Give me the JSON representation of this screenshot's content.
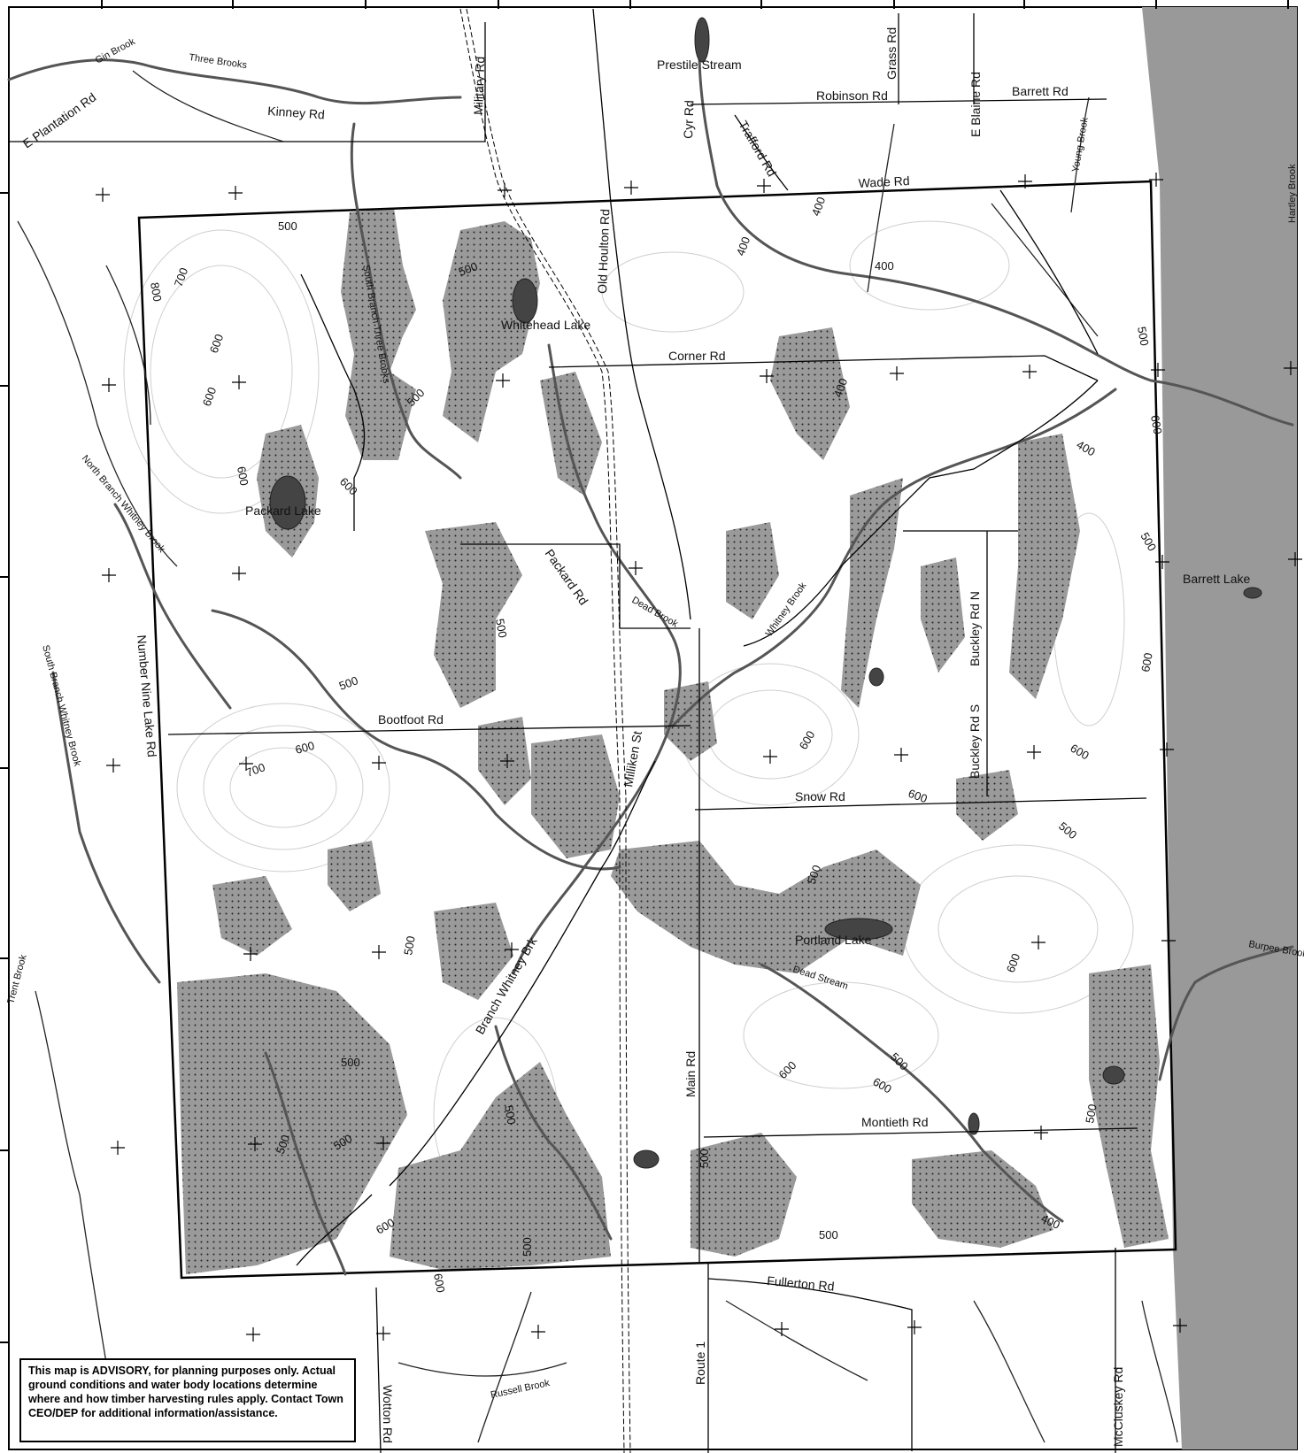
{
  "lakes": [
    "Whitehead Lake",
    "Packard Lake",
    "Portland Lake",
    "Barrett Lake"
  ],
  "roads": [
    "Kinney Rd",
    "E Plantation Rd",
    "Military Rd",
    "Robinson Rd",
    "Barrett Rd",
    "Grass Rd",
    "E Blaine Rd",
    "Cyr Rd",
    "Trafford Rd",
    "Wade Rd",
    "Old Houlton Rd",
    "Corner Rd",
    "Packard Rd",
    "Bootfoot Rd",
    "Number Nine Lake Rd",
    "Milliken St",
    "Snow Rd",
    "Buckley Rd N",
    "Buckley Rd S",
    "Main Rd",
    "Montieth Rd",
    "Fullerton Rd",
    "Route 1",
    "McCluskey Rd",
    "Wotton Rd"
  ],
  "streams": [
    "Prestile Stream",
    "Gin Brook",
    "Three Brooks",
    "South Branch Three Brooks",
    "North Branch Whitney Brook",
    "South Branch Whitney Brook",
    "Whitney Brook",
    "Dead Brook",
    "Young Brook",
    "Hartley Brook",
    "Dead Stream",
    "Burpee Brook",
    "Russell Brook",
    "Branch Whitney Brk",
    "Trent Brook"
  ],
  "contours": [
    "400",
    "500",
    "600",
    "700",
    "800"
  ],
  "disclaimer": "This map is ADVISORY, for planning purposes only. Actual ground conditions and water body locations determine where and how timber harvesting rules apply. Contact Town CEO/DEP for additional information/assistance.",
  "colors": {
    "wetland": "#9a9a9a",
    "water": "#444444",
    "outside": "#999999",
    "contour": "#c8c8c8",
    "road": "#000000"
  }
}
